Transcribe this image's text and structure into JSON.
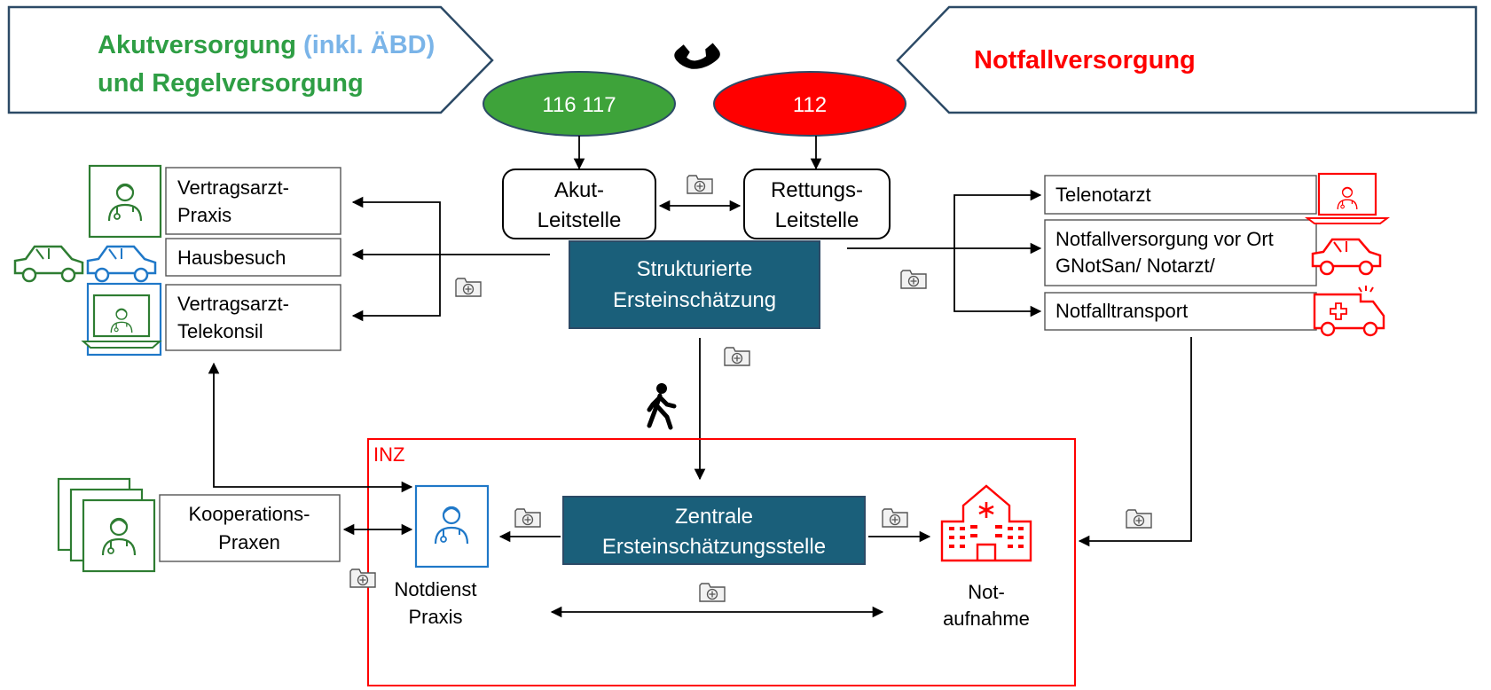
{
  "header": {
    "left_banner": {
      "line1_green": "Akutversorgung",
      "line1_blue": "(inkl. ÄBD)",
      "line2_green": "und Regelversorgung"
    },
    "right_banner": {
      "label": "Notfallversorgung"
    }
  },
  "hotlines": {
    "acute": "116 117",
    "emergency": "112"
  },
  "dispatch": {
    "acute_center": [
      "Akut-",
      "Leitstelle"
    ],
    "rescue_center": [
      "Rettungs-",
      "Leitstelle"
    ],
    "assessment": [
      "Strukturierte",
      "Ersteinschätzung"
    ]
  },
  "left_services": {
    "practice": [
      "Vertragsarzt-",
      "Praxis"
    ],
    "home_visit": "Hausbesuch",
    "teleconsult": [
      "Vertragsarzt-",
      "Telekonsil"
    ]
  },
  "right_services": {
    "tele_emergency": "Telenotarzt",
    "onsite": [
      "Notfallversorgung vor Ort",
      "GNotSan/ Notarzt/"
    ],
    "transport": "Notfalltransport"
  },
  "inz": {
    "label": "INZ",
    "central": [
      "Zentrale",
      "Ersteinschätzungsstelle"
    ],
    "duty_practice": [
      "Notdienst",
      "Praxis"
    ],
    "emergency_dept": [
      "Not-",
      "aufnahme"
    ]
  },
  "cooperation": [
    "Kooperations-",
    "Praxen"
  ],
  "colors": {
    "green": "#2e9e44",
    "light_blue": "#7ab4e8",
    "red": "#ff0000",
    "teal": "#1a5f7a",
    "blue": "#1f78c8",
    "dark_green": "#2e7d32"
  },
  "icons": [
    "phone-icon",
    "pedestrian-icon",
    "folder-plus-icon",
    "doctor-icon",
    "car-icon",
    "laptop-doctor-icon",
    "ambulance-icon",
    "hospital-icon"
  ]
}
